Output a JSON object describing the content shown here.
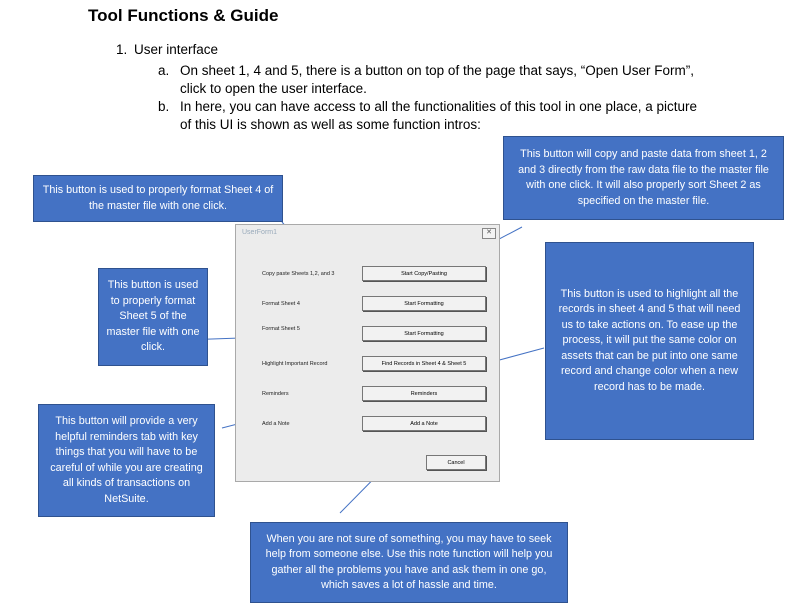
{
  "title": "Tool Functions & Guide",
  "list": {
    "item1_marker": "1.",
    "item1_text": "User interface",
    "a_marker": "a.",
    "a_line1": "On sheet 1, 4 and 5, there is a button on top of the page that says, “Open User Form”,",
    "a_line2": "click to open the user interface.",
    "b_marker": "b.",
    "b_line1": "In here, you can have access to all the functionalities of this tool in one place, a picture",
    "b_line2": "of this UI is shown as well as some function intros:"
  },
  "callouts": {
    "sheet4": "This button is used to properly format Sheet 4 of the master file with one click.",
    "copy": "This button will copy and paste data from sheet 1, 2 and 3 directly from the raw data file to the master file with one click. It will also properly sort Sheet 2 as specified on the master file.",
    "sheet5": "This button is used to properly format Sheet 5 of the master file with one click.",
    "highlight": "This button is used to highlight all the records in sheet 4 and 5 that will need us to take actions on. To ease up the process, it will put the same color on assets that can be put into one same record and change color when a new record has to be made.",
    "reminders": "This button will provide a very helpful reminders tab with key things that you will have to be careful of while you are creating all kinds of transactions on NetSuite.",
    "note": "When you are not sure of something, you may have to seek help from someone else. Use this note function will help you gather all the problems you have and ask them in one go, which saves a lot of hassle and time."
  },
  "form": {
    "title": "UserForm1",
    "close": "✕",
    "rows": [
      {
        "label": "Copy paste Sheets 1,2, and 3",
        "button": "Start Copy/Pasting"
      },
      {
        "label": "Format Sheet 4",
        "button": "Start Formatting"
      },
      {
        "label": "Format Sheet 5",
        "button": "Start Formatting"
      },
      {
        "label": "Highlight Important Record",
        "button": "Find Records in Sheet 4 & Sheet 5"
      },
      {
        "label": "Reminders",
        "button": "Reminders"
      },
      {
        "label": "Add a Note",
        "button": "Add a Note"
      }
    ],
    "cancel": "Cancel"
  }
}
